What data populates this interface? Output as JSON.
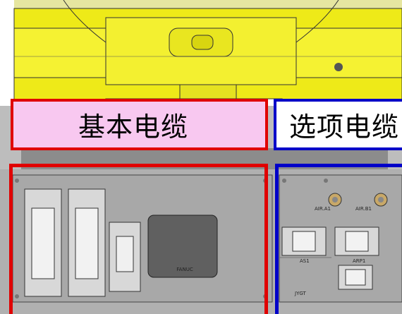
{
  "labels": {
    "basic_cable": "基本电缆",
    "optional_cable": "选项电缆"
  },
  "panel_text": {
    "brand": "FANUC",
    "air_a1": "AIR.A1",
    "air_b1": "AIR.B1",
    "as1": "AS1",
    "arp1": "ARP1",
    "jygt": "JYGT"
  },
  "colors": {
    "basic_frame": "#e00000",
    "optional_frame": "#0000c8",
    "basic_fill": "#f8c8f0",
    "optional_fill": "#ffffff",
    "robot_yellow": "#f0ee10",
    "panel_gray": "#a9a9a9"
  }
}
